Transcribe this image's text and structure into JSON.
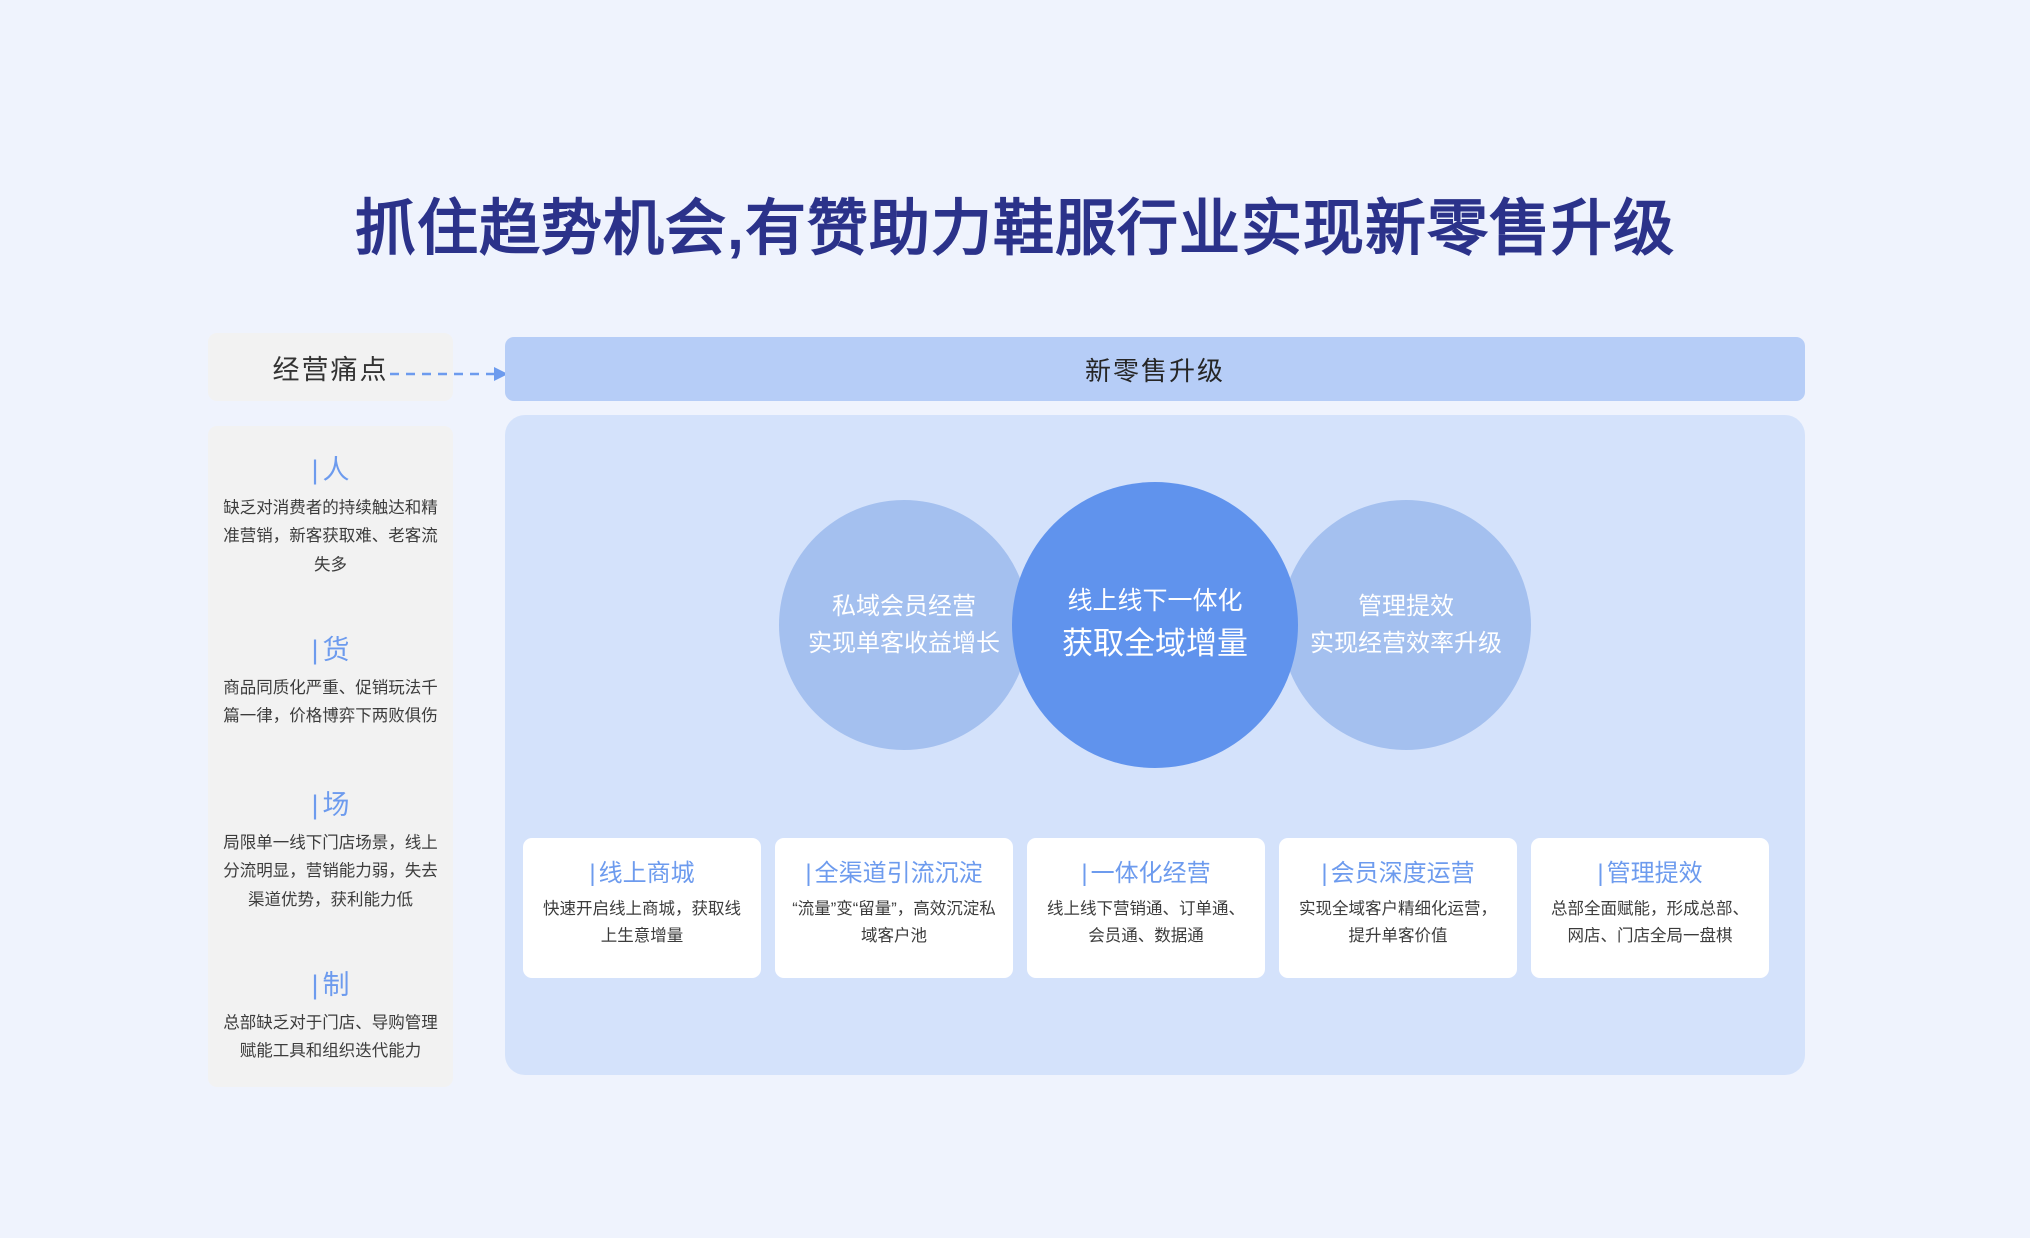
{
  "title": "抓住趋势机会,有赞助力鞋服行业实现新零售升级",
  "sidebar": {
    "header": "经营痛点",
    "items": [
      {
        "bar": "|",
        "title": "人",
        "desc": "缺乏对消费者的持续触达和精准营销，新客获取难、老客流失多"
      },
      {
        "bar": "|",
        "title": "货",
        "desc": "商品同质化严重、促销玩法千篇一律，价格博弈下两败俱伤"
      },
      {
        "bar": "|",
        "title": "场",
        "desc": "局限单一线下门店场景，线上分流明显，营销能力弱，失去渠道优势，获利能力低"
      },
      {
        "bar": "|",
        "title": "制",
        "desc": "总部缺乏对于门店、导购管理赋能工具和组织迭代能力"
      }
    ]
  },
  "banner": {
    "label": "新零售升级"
  },
  "circles": [
    {
      "line1": "私域会员经营",
      "line2": "实现单客收益增长",
      "color": "#a4c0ef"
    },
    {
      "line1": "线上线下一体化",
      "line2": "获取全域增量",
      "color": "#6093ed"
    },
    {
      "line1": "管理提效",
      "line2": "实现经营效率升级",
      "color": "#a4c0ef"
    }
  ],
  "cards": [
    {
      "bar": "|",
      "title": "线上商城",
      "desc": "快速开启线上商城，获取线上生意增量"
    },
    {
      "bar": "|",
      "title": "全渠道引流沉淀",
      "desc": "“流量”变“留量”，高效沉淀私域客户池"
    },
    {
      "bar": "|",
      "title": "一体化经营",
      "desc": "线上线下营销通、订单通、会员通、数据通"
    },
    {
      "bar": "|",
      "title": "会员深度运营",
      "desc": "实现全域客户精细化运营，提升单客价值"
    },
    {
      "bar": "|",
      "title": "管理提效",
      "desc": "总部全面赋能，形成总部、网店、门店全局一盘棋"
    }
  ],
  "colors": {
    "page_bg": "#eff3fd",
    "title": "#2b328a",
    "accent_blue": "#6d9bee",
    "banner_bg": "#b6cdf7",
    "panel_bg": "#d4e2fb",
    "sidebar_bg": "#f2f2f2",
    "circle_side": "#a4c0ef",
    "circle_center": "#6093ed",
    "card_bg": "#ffffff"
  }
}
